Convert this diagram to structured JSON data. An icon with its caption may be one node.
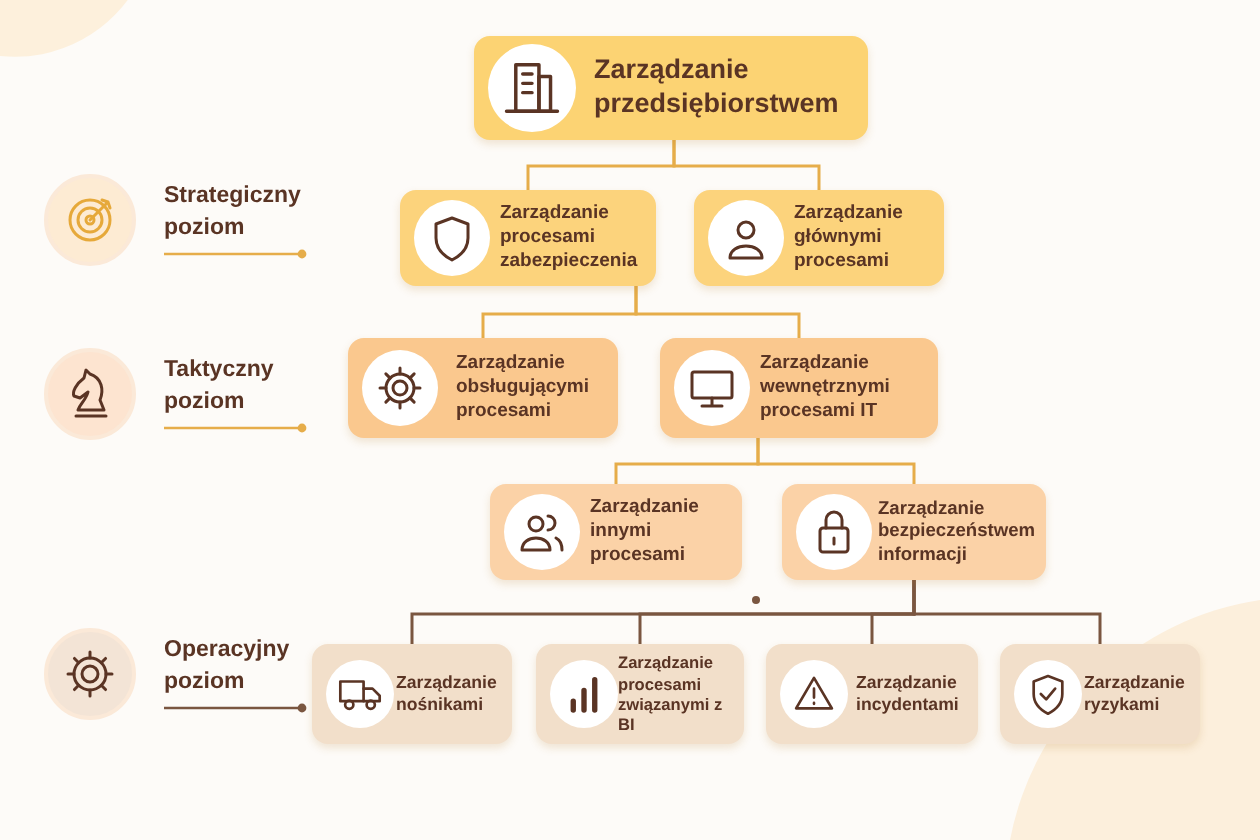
{
  "diagram": {
    "nodes": [
      {
        "text": [
          "Zarządzanie przedsiębiorstwem"
        ]
      },
      {
        "text": [
          "Zarządzanie procesami zabezpieczenia"
        ]
      },
      {
        "text": [
          "Zarządzanie głównymi procesami"
        ]
      },
      {
        "text": [
          "Zarządzanie obsługującymi procesami"
        ]
      },
      {
        "text": [
          "Zarządzanie wewnętrznymi procesami IT"
        ]
      },
      {
        "text": [
          "Zarządzanie innymi procesami"
        ]
      },
      {
        "text": [
          "Zarządzanie bezpieczeństwem informacji"
        ]
      },
      {
        "text": [
          "Zarządzanie nośnikami"
        ]
      },
      {
        "text": [
          "Zarządzanie procesami związanymi z BI"
        ]
      },
      {
        "text": [
          "Zarządzanie incydentami"
        ]
      },
      {
        "text": [
          "Zarządzanie ryzykami"
        ]
      }
    ],
    "edges": [
      {
        "from": 0,
        "to": 1,
        "arrow": "none"
      },
      {
        "from": 0,
        "to": 2,
        "arrow": "none"
      },
      {
        "from": 1,
        "to": 3,
        "arrow": "none"
      },
      {
        "from": 1,
        "to": 4,
        "arrow": "none"
      },
      {
        "from": 4,
        "to": 5,
        "arrow": "none"
      },
      {
        "from": 4,
        "to": 6,
        "arrow": "none"
      },
      {
        "from": 6,
        "to": 7,
        "arrow": "none",
        "color": "#7a5640"
      },
      {
        "from": 6,
        "to": 8,
        "arrow": "none",
        "color": "#7a5640"
      },
      {
        "from": 6,
        "to": 9,
        "arrow": "none",
        "color": "#7a5640"
      },
      {
        "from": 6,
        "to": 10,
        "arrow": "none",
        "color": "#7a5640"
      }
    ],
    "labels": [
      "Strategiczny poziom",
      "Taktyczny poziom",
      "Operacyjny poziom"
    ]
  }
}
